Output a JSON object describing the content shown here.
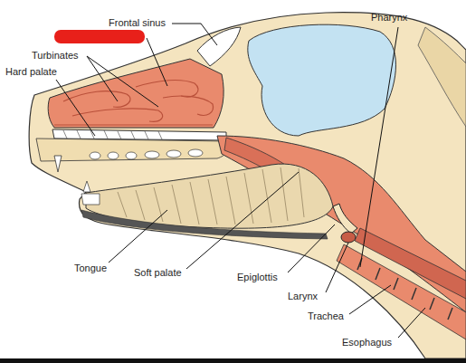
{
  "diagram": {
    "labels": [
      "Frontal sinus",
      "Pharynx",
      "Turbinates",
      "Hard palate",
      "Tongue",
      "Soft palate",
      "Epiglottis",
      "Larynx",
      "Trachea",
      "Esophagus"
    ]
  }
}
